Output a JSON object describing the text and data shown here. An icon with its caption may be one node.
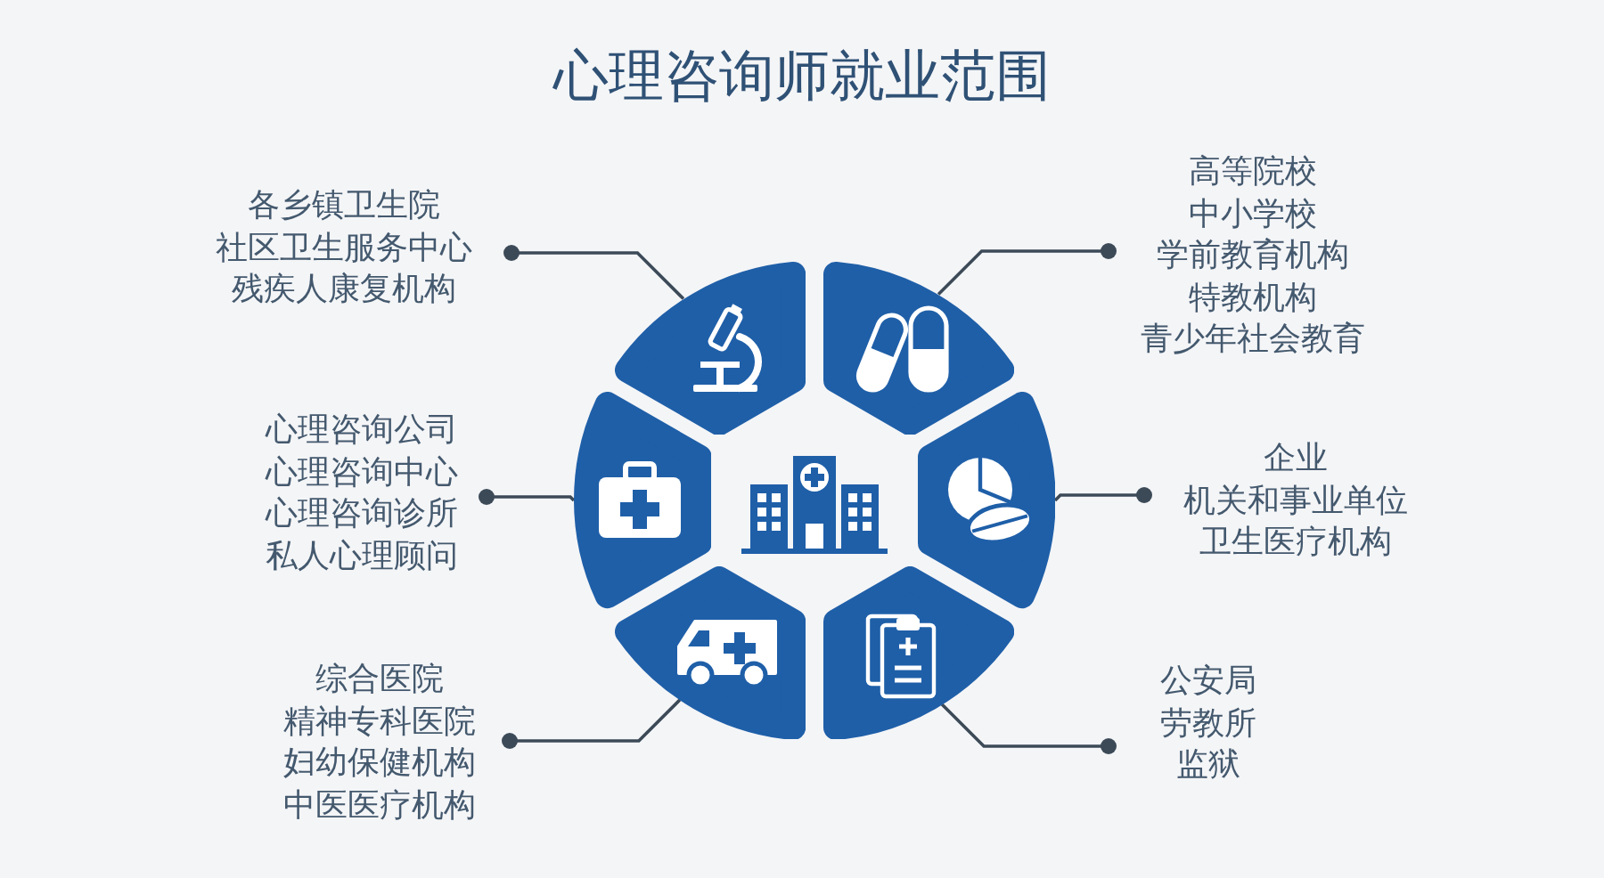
{
  "diagram": {
    "title": "心理咨询师就业范围",
    "nodes": [
      {
        "text": [
          "各乡镇卫生院",
          "社区卫生服务中心",
          "残疾人康复机构"
        ]
      },
      {
        "text": [
          "高等院校",
          "中小学校",
          "学前教育机构",
          "特教机构",
          "青少年社会教育"
        ]
      },
      {
        "text": [
          "心理咨询公司",
          "心理咨询中心",
          "心理咨询诊所",
          "私人心理顾问"
        ]
      },
      {
        "text": [
          "企业",
          "机关和事业单位",
          "卫生医疗机构"
        ]
      },
      {
        "text": [
          "综合医院",
          "精神专科医院",
          "妇幼保健机构",
          "中医医疗机构"
        ]
      },
      {
        "text": [
          "公安局",
          "劳教所",
          "监狱"
        ]
      },
      {
        "text": [],
        "shape": "picture"
      },
      {
        "text": [],
        "shape": "picture"
      },
      {
        "text": [],
        "shape": "picture"
      },
      {
        "text": [],
        "shape": "picture"
      },
      {
        "text": [],
        "shape": "picture"
      },
      {
        "text": [],
        "shape": "picture"
      }
    ],
    "edges": [
      {
        "from": 0,
        "to": 6,
        "arrow": "other"
      },
      {
        "from": 1,
        "to": 7,
        "arrow": "other"
      },
      {
        "from": 2,
        "to": 8,
        "arrow": "other"
      },
      {
        "from": 3,
        "to": 9,
        "arrow": "other"
      },
      {
        "from": 4,
        "to": 10,
        "arrow": "other"
      },
      {
        "from": 5,
        "to": 11,
        "arrow": "other"
      }
    ]
  }
}
